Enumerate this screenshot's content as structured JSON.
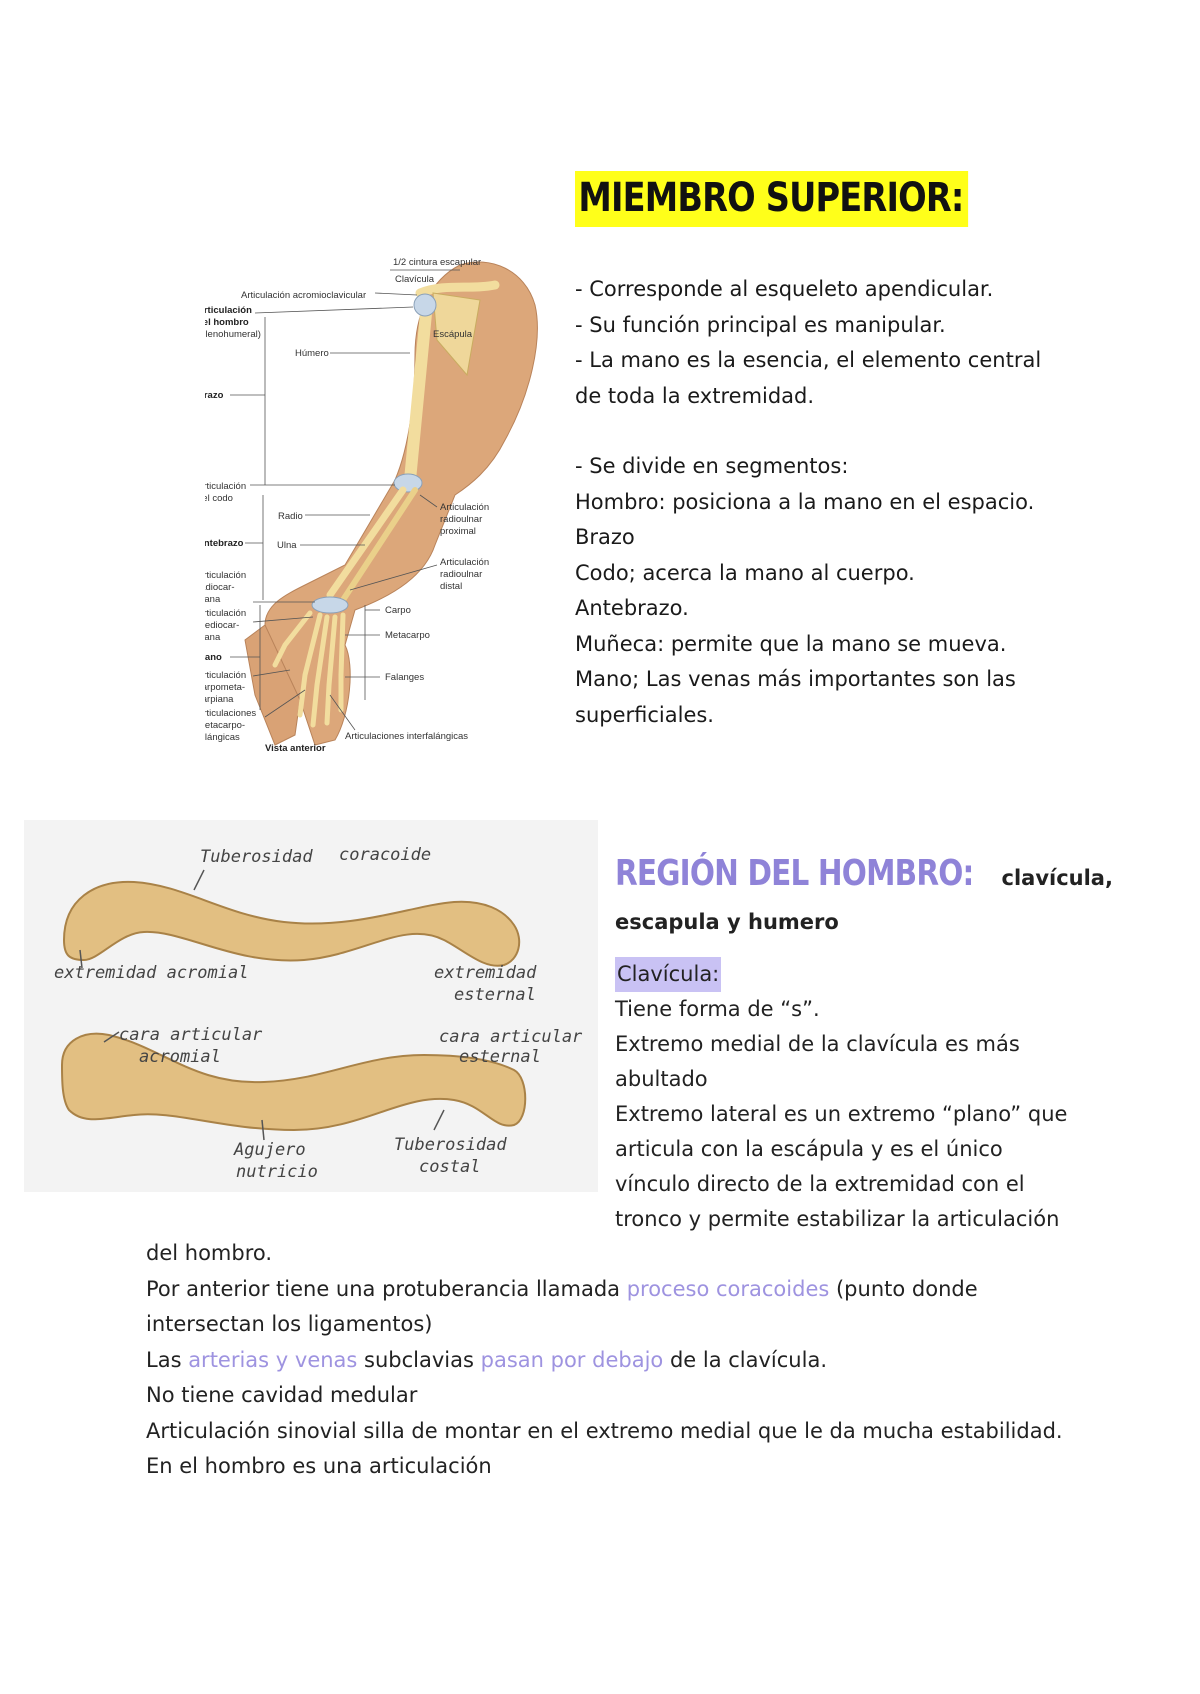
{
  "section1": {
    "title": "MIEMBRO SUPERIOR:",
    "bullets": [
      "-  Corresponde al esqueleto apendicular.",
      "-  Su función principal es manipular.",
      "-  La mano es la esencia, el elemento central",
      "de toda la extremidad."
    ],
    "bullet_segments": "-  Se divide en segmentos:",
    "segments": [
      "Hombro: posiciona a la mano en el espacio.",
      "Brazo",
      "Codo; acerca la mano al cuerpo.",
      "Antebrazo.",
      "Muñeca: permite que la mano se mueva.",
      "Mano; Las venas más importantes son las",
      "superficiales."
    ]
  },
  "arm_figure": {
    "labels": {
      "cintura": "1/2 cintura escapular",
      "clavicula": "Clavícula",
      "acromio": "Articulación acromioclavicular",
      "hombro1": "Articulación",
      "hombro2": "del hombro",
      "hombro3": "(glenohumeral)",
      "escapula": "Escápula",
      "humero": "Húmero",
      "brazo": "Brazo",
      "codo1": "Articulación",
      "codo2": "del codo",
      "radio": "Radio",
      "ulna": "Ulna",
      "rup1": "Articulación",
      "rup2": "radioulnar",
      "rup3": "proximal",
      "antebrazo": "Antebrazo",
      "rud1": "Articulación",
      "rud2": "radioulnar",
      "rud3": "distal",
      "rc1": "Articulación",
      "rc2": "radiocar-",
      "rc3": "piana",
      "mc1": "Articulación",
      "mc2": "mediocar-",
      "mc3": "piana",
      "carpo": "Carpo",
      "metacarpo": "Metacarpo",
      "mano": "Mano",
      "falanges": "Falanges",
      "cm1": "Articulación",
      "cm2": "carpometa-",
      "cm3": "carpiana",
      "mf1": "Articulaciones",
      "mf2": "metacarpo-",
      "mf3": "falángicas",
      "interf": "Articulaciones interfalángicas",
      "vista": "Vista anterior"
    }
  },
  "clav_figure": {
    "labels": {
      "tuberosidad": "Tuberosidad",
      "coracoide": "coracoide",
      "ext_acromial": "extremidad acromial",
      "ext_esternal1": "extremidad",
      "ext_esternal2": "esternal",
      "cara_acr1": "cara articular",
      "cara_acr2": "acromial",
      "cara_est1": "cara articular",
      "cara_est2": "esternal",
      "agujero1": "Agujero",
      "agujero2": "nutricio",
      "tub_costal1": "Tuberosidad",
      "tub_costal2": "costal"
    }
  },
  "section2": {
    "title": "REGIÓN DEL HOMBRO:",
    "title_rest": " clavícula,",
    "title_line2": "escapula y humero",
    "clav_label": "Clavícula:",
    "lines": [
      "Tiene forma de “s”.",
      "Extremo medial de la clavícula es más",
      "abultado",
      "Extremo lateral es un extremo “plano” que",
      "articula con la escápula y es el único",
      "vínculo directo de la extremidad con el",
      "tronco y permite estabilizar la articulación"
    ]
  },
  "section3": {
    "line1": "del hombro.",
    "line2_a": "Por anterior tiene una protuberancia llamada ",
    "line2_hl": "proceso coracoides",
    "line2_b": " (punto donde",
    "line3": "intersectan los ligamentos)",
    "line4_a": "Las ",
    "line4_hl1": "arterias y venas",
    "line4_b": " subclavias ",
    "line4_hl2": "pasan por debajo",
    "line4_c": " de la clavícula.",
    "line5": "No tiene cavidad medular",
    "line6": "Articulación sinovial silla de montar en el extremo medial que le da mucha estabilidad.",
    "line7": "En el hombro es una articulación"
  }
}
